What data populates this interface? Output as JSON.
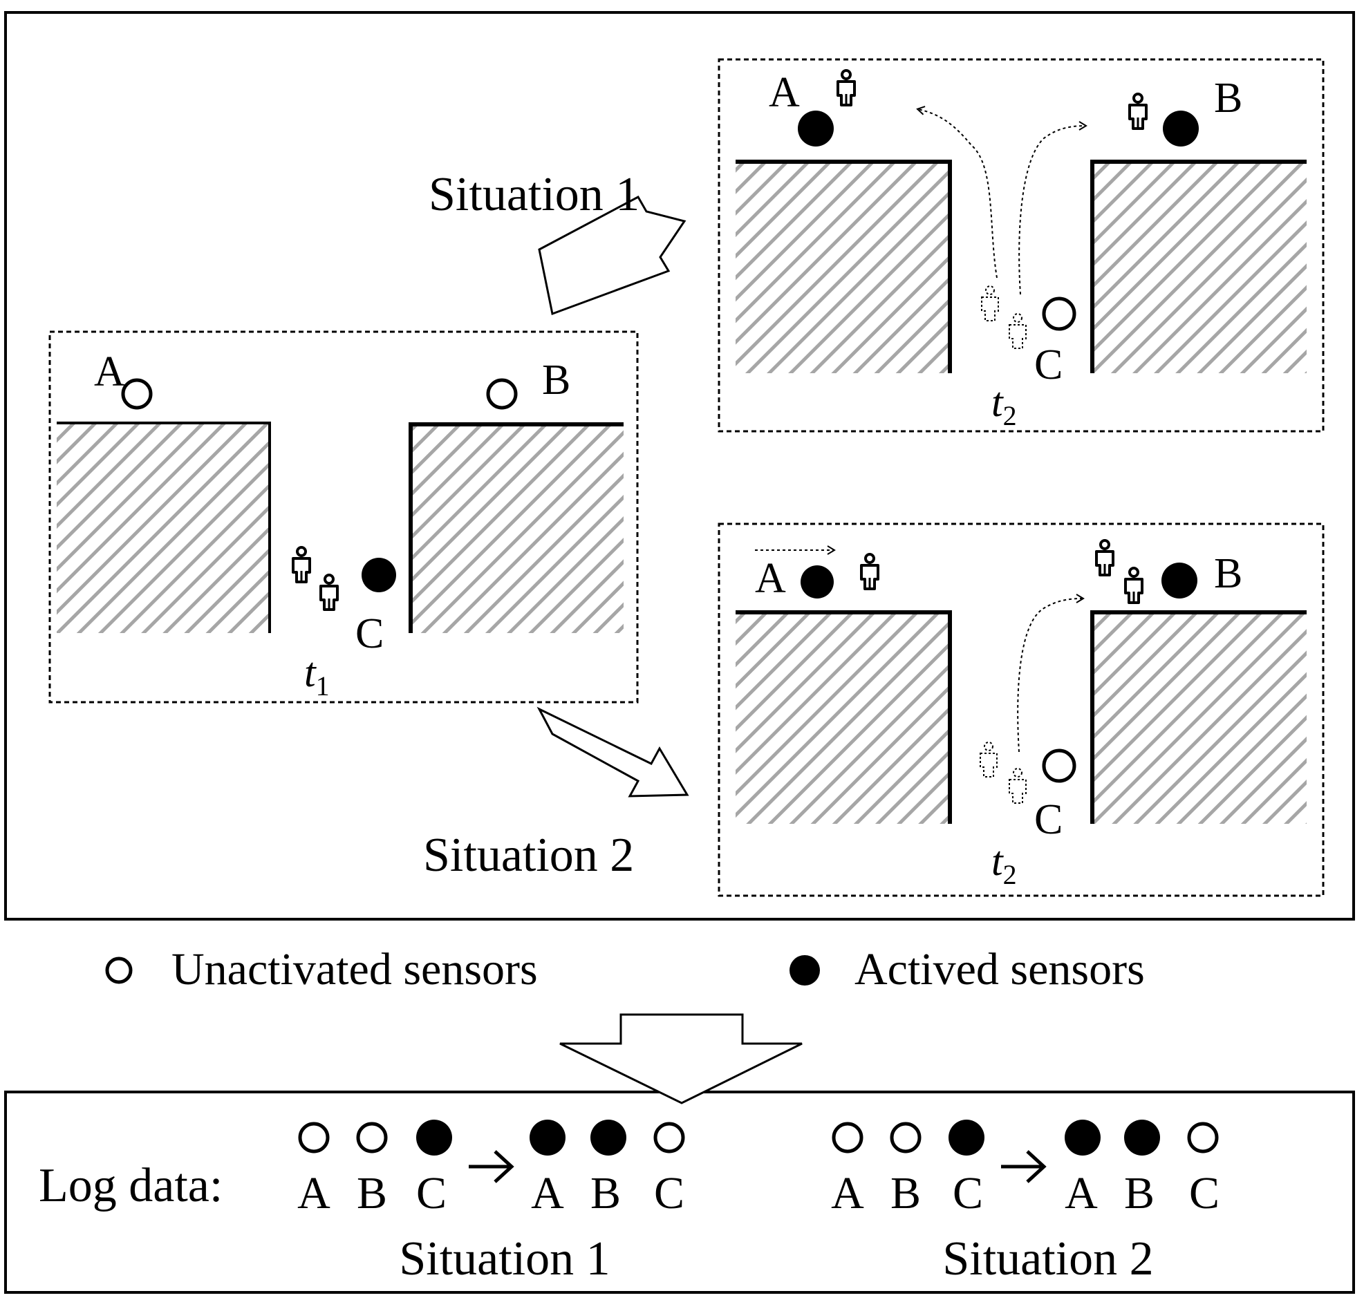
{
  "colors": {
    "ink": "#000000",
    "paper": "#ffffff",
    "hatch": "#a6a6a6"
  },
  "icons": {
    "person": "person-icon",
    "person_ghost": "person-trace-icon",
    "sensor_off": "open-circle-icon",
    "sensor_on": "filled-circle-icon"
  },
  "panel_t1": {
    "time_var": "t",
    "time_sub": "1",
    "sensor_a": "A",
    "sensor_b": "B",
    "sensor_c": "C",
    "state": {
      "A": "off",
      "B": "off",
      "C": "on"
    }
  },
  "panel_s1": {
    "situation": "Situation 1",
    "time_var": "t",
    "time_sub": "2",
    "sensor_a": "A",
    "sensor_b": "B",
    "sensor_c": "C",
    "state": {
      "A": "on",
      "B": "on",
      "C": "off"
    }
  },
  "panel_s2": {
    "situation": "Situation 2",
    "time_var": "t",
    "time_sub": "2",
    "sensor_a": "A",
    "sensor_b": "B",
    "sensor_c": "C",
    "state": {
      "A": "on",
      "B": "on",
      "C": "off"
    }
  },
  "legend": {
    "unactivated": "Unactivated sensors",
    "activated": "Actived sensors"
  },
  "log": {
    "label": "Log data:",
    "s1": {
      "caption": "Situation 1",
      "before": [
        "A",
        "B",
        "C"
      ],
      "after": [
        "A",
        "B",
        "C"
      ],
      "before_state": [
        "off",
        "off",
        "on"
      ],
      "after_state": [
        "on",
        "on",
        "off"
      ]
    },
    "s2": {
      "caption": "Situation 2",
      "before": [
        "A",
        "B",
        "C"
      ],
      "after": [
        "A",
        "B",
        "C"
      ],
      "before_state": [
        "off",
        "off",
        "on"
      ],
      "after_state": [
        "on",
        "on",
        "off"
      ]
    }
  }
}
